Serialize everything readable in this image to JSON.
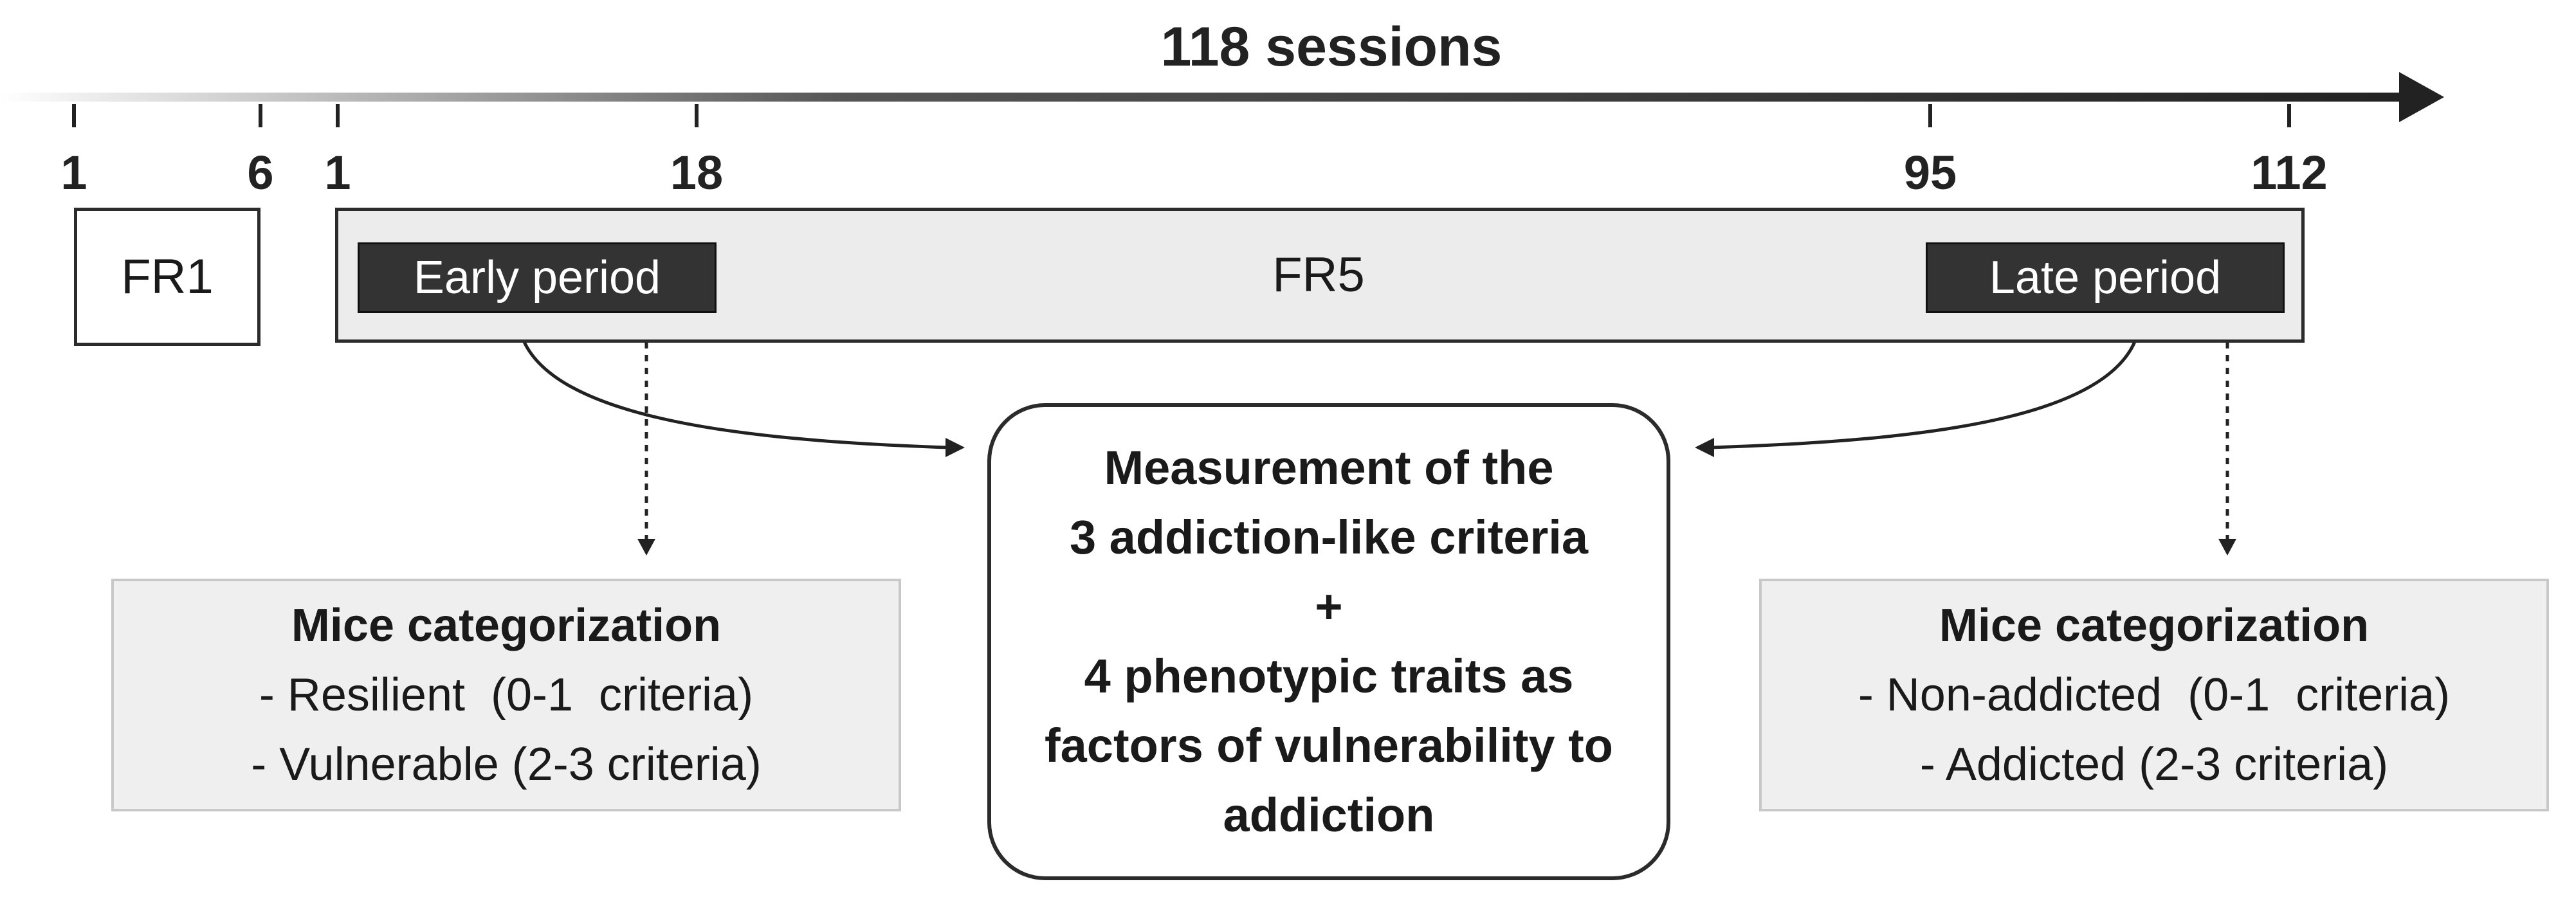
{
  "header": {
    "sessions_label": "118 sessions"
  },
  "ticks": [
    {
      "label": "1"
    },
    {
      "label": "6"
    },
    {
      "label": "1"
    },
    {
      "label": "18"
    },
    {
      "label": "95"
    },
    {
      "label": "112"
    }
  ],
  "phases": {
    "fr1": "FR1",
    "fr5": "FR5"
  },
  "periods": {
    "early": "Early period",
    "late": "Late period"
  },
  "center": {
    "lines": [
      "Measurement of the",
      "3 addiction-like criteria",
      "+",
      "4 phenotypic traits as",
      "factors of vulnerability to",
      "addiction"
    ]
  },
  "categorization_early": {
    "title": "Mice categorization",
    "items": [
      "- Resilient  (0-1  criteria)",
      "- Vulnerable (2-3 criteria)"
    ]
  },
  "categorization_late": {
    "title": "Mice categorization",
    "items": [
      "- Non-addicted  (0-1  criteria)",
      "- Addicted (2-3 criteria)"
    ]
  },
  "colors": {
    "dark": "#2b2b2b",
    "period_fill": "#333333",
    "fr5_fill": "#ececec",
    "cat_fill": "#efefef"
  }
}
